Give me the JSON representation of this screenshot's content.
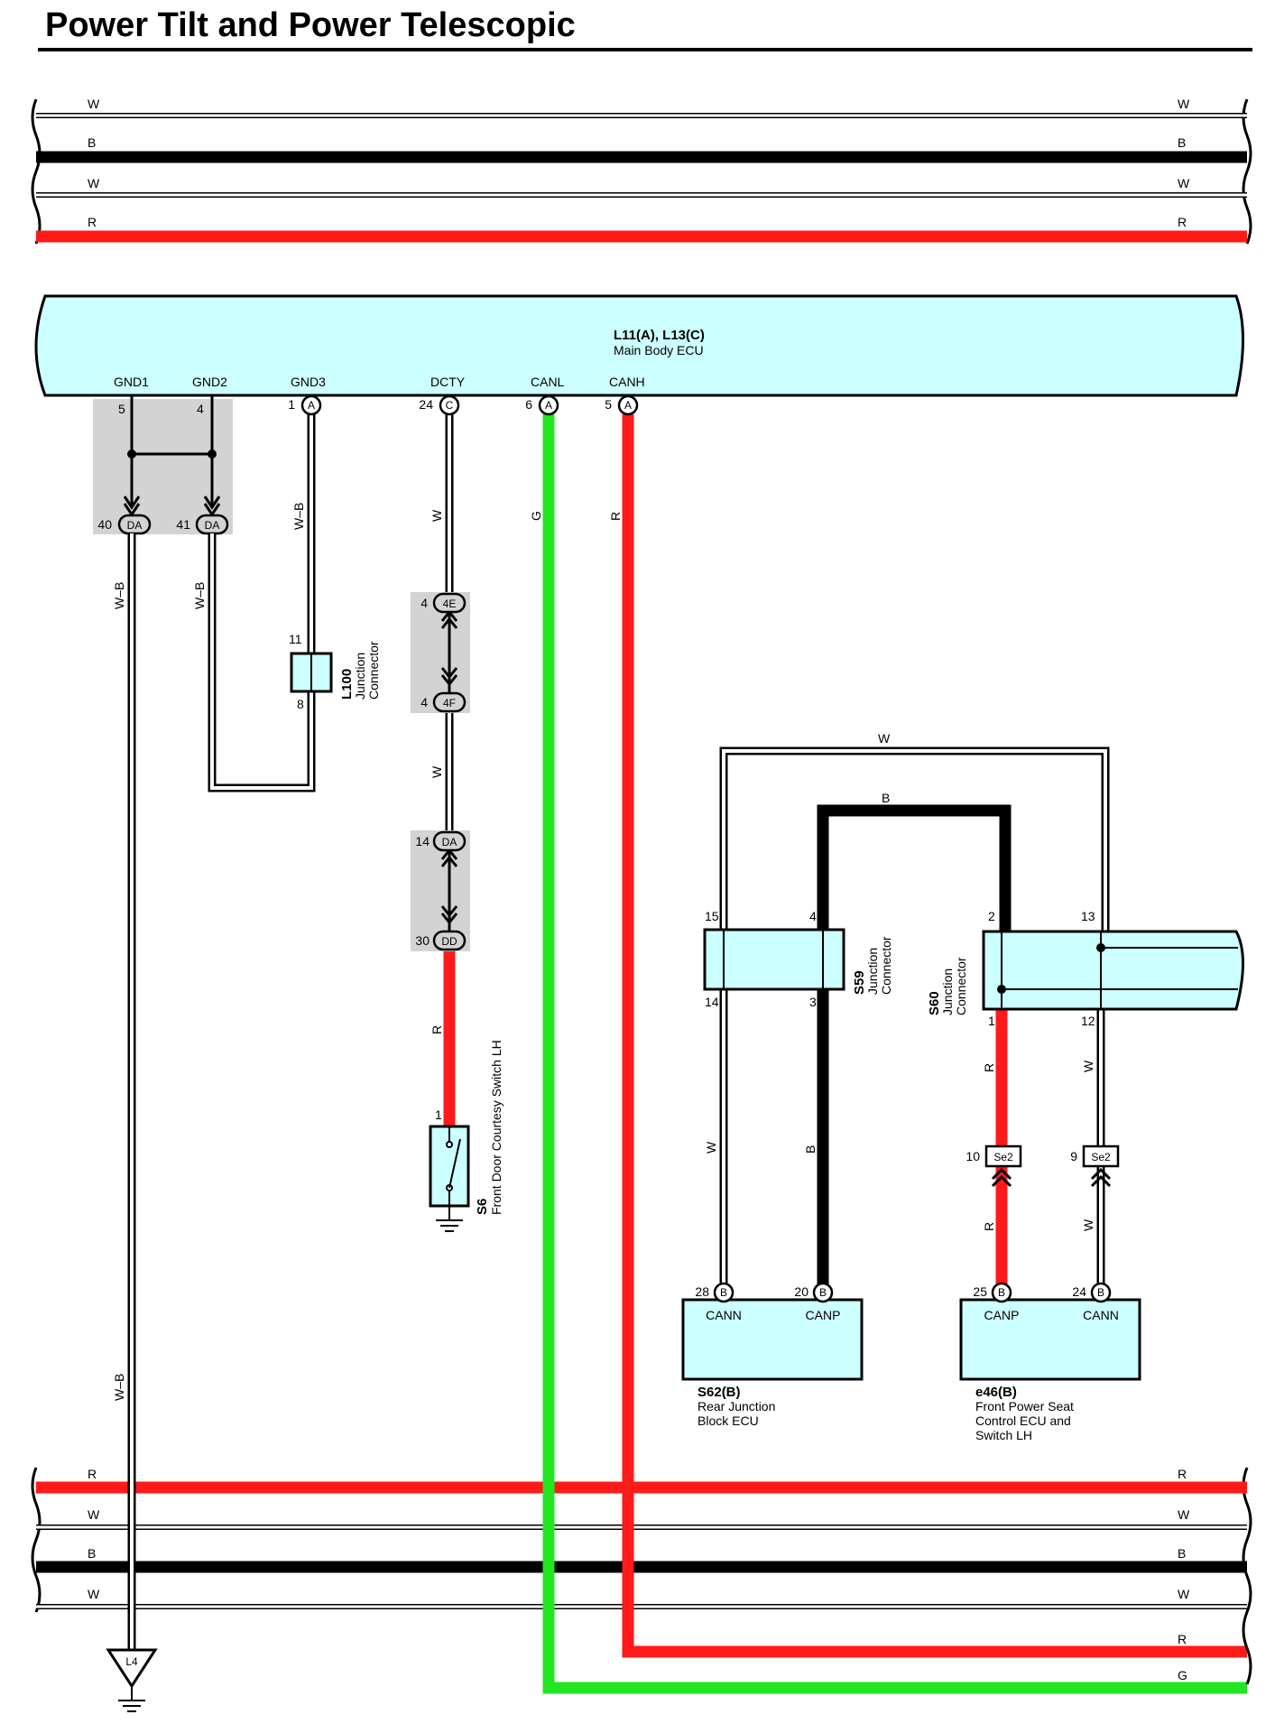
{
  "title": "Power Tilt and Power Telescopic",
  "colors": {
    "red": "#ff1a1a",
    "green": "#22e622",
    "black": "#000000",
    "ecu_fill": "#ccffff",
    "splice_fill": "#d3d3d3"
  },
  "top_bus": [
    {
      "label_left": "W",
      "label_right": "W"
    },
    {
      "label_left": "B",
      "label_right": "B"
    },
    {
      "label_left": "W",
      "label_right": "W"
    },
    {
      "label_left": "R",
      "label_right": "R"
    }
  ],
  "bottom_bus": [
    {
      "label_left": "R",
      "label_right": "R"
    },
    {
      "label_left": "W",
      "label_right": "W"
    },
    {
      "label_left": "B",
      "label_right": "B"
    },
    {
      "label_left": "W",
      "label_right": "W"
    }
  ],
  "ecu": {
    "code": "L11(A), L13(C)",
    "name": "Main Body ECU",
    "terminals": [
      {
        "name": "GND1",
        "pin": "5",
        "conn": ""
      },
      {
        "name": "GND2",
        "pin": "4",
        "conn": ""
      },
      {
        "name": "GND3",
        "pin": "1",
        "conn": "A"
      },
      {
        "name": "DCTY",
        "pin": "24",
        "conn": "C"
      },
      {
        "name": "CANL",
        "pin": "6",
        "conn": "A"
      },
      {
        "name": "CANH",
        "pin": "5",
        "conn": "A"
      }
    ]
  },
  "wire_labels": {
    "gnd1": "W–B",
    "gnd2": "W–B",
    "gnd3": "W–B",
    "gnd_long": "W–B",
    "dcty_top": "W",
    "dcty_mid": "W",
    "dcty_red": "R",
    "canl": "G",
    "canh": "R",
    "s59_top_w": "W",
    "s59_top_b": "B",
    "s59_left_w": "W",
    "s59_b": "B",
    "s60_r_top": "R",
    "s60_w_top": "W",
    "s60_r_bot": "R",
    "s60_w_bot": "W",
    "bottom_r": "R",
    "bottom_g": "G"
  },
  "connectors": {
    "da40": {
      "pin": "40",
      "id": "DA"
    },
    "da41": {
      "pin": "41",
      "id": "DA"
    },
    "c4e": {
      "pin": "4",
      "id": "4E"
    },
    "c4f": {
      "pin": "4",
      "id": "4F"
    },
    "da14": {
      "pin": "14",
      "id": "DA"
    },
    "dd30": {
      "pin": "30",
      "id": "DD"
    },
    "se2_10": {
      "pin": "10",
      "id": "Se2"
    },
    "se2_9": {
      "pin": "9",
      "id": "Se2"
    }
  },
  "l100": {
    "code": "L100",
    "name_line1": "Junction",
    "name_line2": "Connector",
    "pin_top": "11",
    "pin_bottom": "8"
  },
  "s6": {
    "code": "S6",
    "name": "Front Door Courtesy Switch LH",
    "pin": "1"
  },
  "s59": {
    "code": "S59",
    "name_line1": "Junction",
    "name_line2": "Connector",
    "pin_tl": "15",
    "pin_tr": "4",
    "pin_bl": "14",
    "pin_br": "3"
  },
  "s60": {
    "code": "S60",
    "name_line1": "Junction",
    "name_line2": "Connector",
    "pin_tl": "2",
    "pin_tr": "13",
    "pin_bl": "1",
    "pin_br": "12"
  },
  "s62": {
    "code": "S62(B)",
    "name_line1": "Rear Junction",
    "name_line2": "Block ECU",
    "term_left": "CANN",
    "term_right": "CANP",
    "pin_left": "28",
    "pin_right": "20",
    "conn": "B"
  },
  "e46": {
    "code": "e46(B)",
    "name_line1": "Front Power Seat",
    "name_line2": "Control ECU and",
    "name_line3": "Switch LH",
    "term_left": "CANP",
    "term_right": "CANN",
    "pin_left": "25",
    "pin_right": "24",
    "conn": "B"
  },
  "ground": {
    "id": "L4"
  }
}
